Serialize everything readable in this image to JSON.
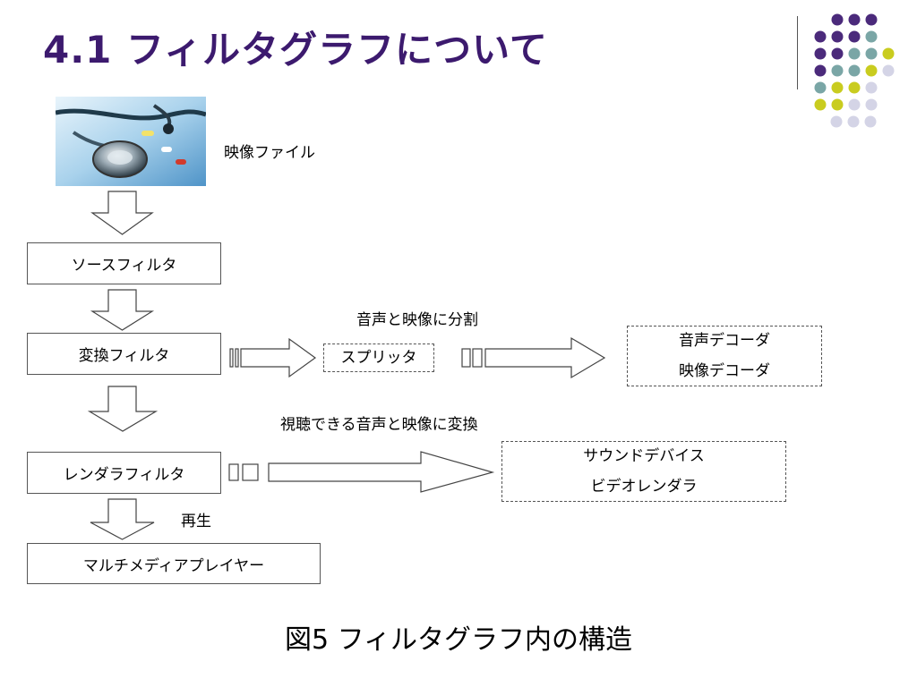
{
  "slide": {
    "title": "4.1 フィルタグラフについて",
    "caption": "図5 フィルタグラフ内の構造"
  },
  "diagram": {
    "video_file_label": "映像ファイル",
    "source_filter": "ソースフィルタ",
    "transform_filter": "変換フィルタ",
    "render_filter": "レンダラフィルタ",
    "player": "マルチメディアプレイヤー",
    "split_note": "音声と映像に分割",
    "splitter": "スプリッタ",
    "decoders": [
      "音声デコーダ",
      "映像デコーダ"
    ],
    "convert_note": "視聴できる音声と映像に変換",
    "devices": [
      "サウンドデバイス",
      "ビデオレンダラ"
    ],
    "playback_note": "再生"
  },
  "colors": {
    "title": "#3c1a6e",
    "dot_purple": "#4b2a7b",
    "dot_teal": "#7aa6a6",
    "dot_yellow": "#c9cc1f",
    "dot_lavender": "#d4d4e6"
  }
}
